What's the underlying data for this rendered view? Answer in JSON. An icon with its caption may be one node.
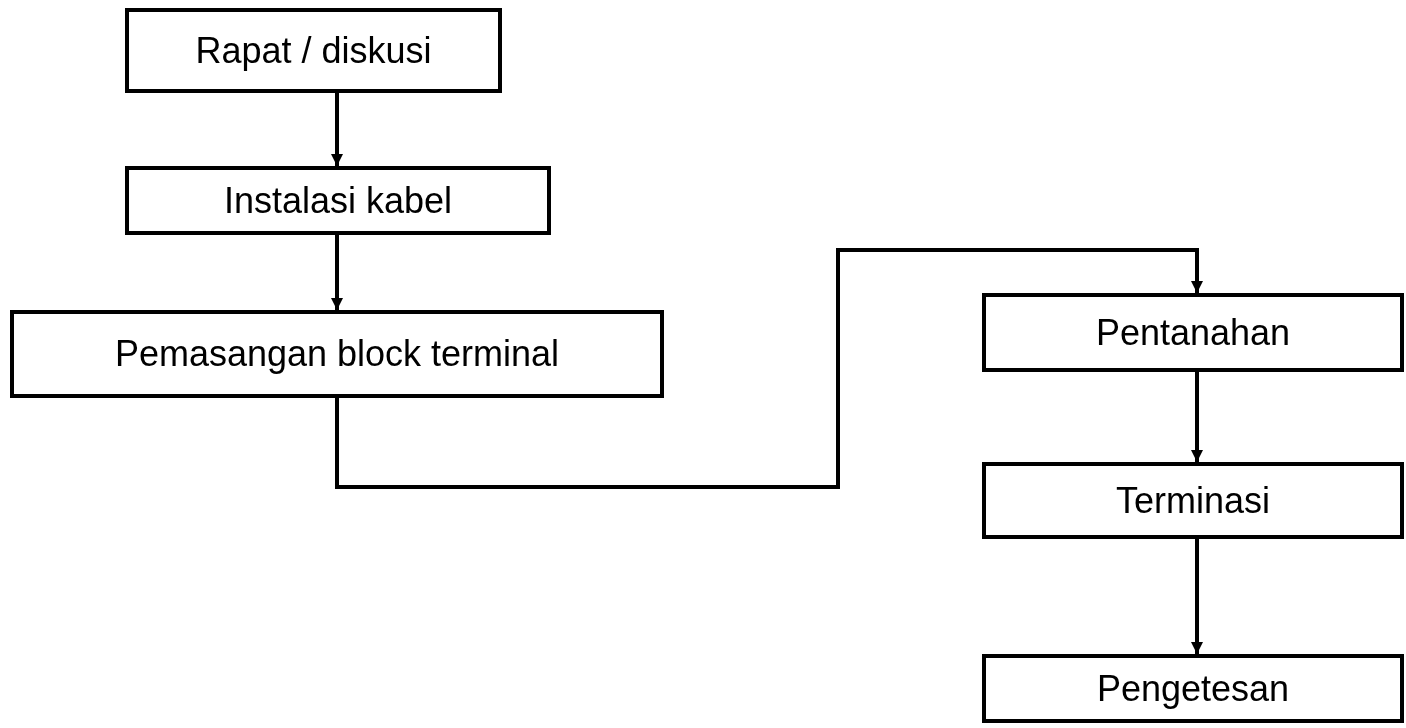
{
  "diagram": {
    "nodes": [
      {
        "text": [
          "Rapat / diskusi"
        ]
      },
      {
        "text": [
          "Instalasi kabel"
        ]
      },
      {
        "text": [
          "Pemasangan block terminal"
        ]
      },
      {
        "text": [
          "Pentanahan"
        ]
      },
      {
        "text": [
          "Terminasi"
        ]
      },
      {
        "text": [
          "Pengetesan"
        ]
      }
    ],
    "edges": [
      {
        "from": 0,
        "to": 1,
        "arrow": "to"
      },
      {
        "from": 1,
        "to": 2,
        "arrow": "to"
      },
      {
        "from": 2,
        "to": 3,
        "arrow": "to"
      },
      {
        "from": 3,
        "to": 4,
        "arrow": "to"
      },
      {
        "from": 4,
        "to": 5,
        "arrow": "to"
      }
    ]
  }
}
